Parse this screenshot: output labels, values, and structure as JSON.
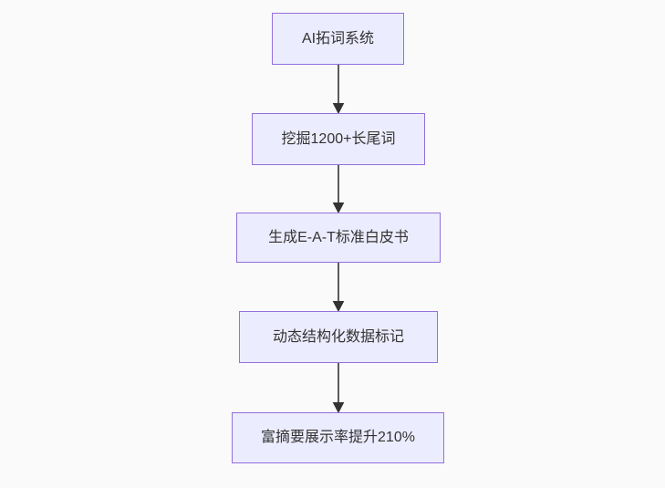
{
  "diagram": {
    "type": "flowchart",
    "direction": "top-down",
    "nodes": [
      {
        "label": "AI拓词系统"
      },
      {
        "label": "挖掘1200+长尾词"
      },
      {
        "label": "生成E-A-T标准白皮书"
      },
      {
        "label": "动态结构化数据标记"
      },
      {
        "label": "富摘要展示率提升210%"
      }
    ],
    "edges": [
      {
        "from": 0,
        "to": 1
      },
      {
        "from": 1,
        "to": 2
      },
      {
        "from": 2,
        "to": 3
      },
      {
        "from": 3,
        "to": 4
      }
    ],
    "colors": {
      "node_fill": "#ECECFF",
      "node_border": "#9370DB",
      "node_text": "#333333",
      "arrow": "#333333",
      "background": "#FAFAFA"
    }
  }
}
